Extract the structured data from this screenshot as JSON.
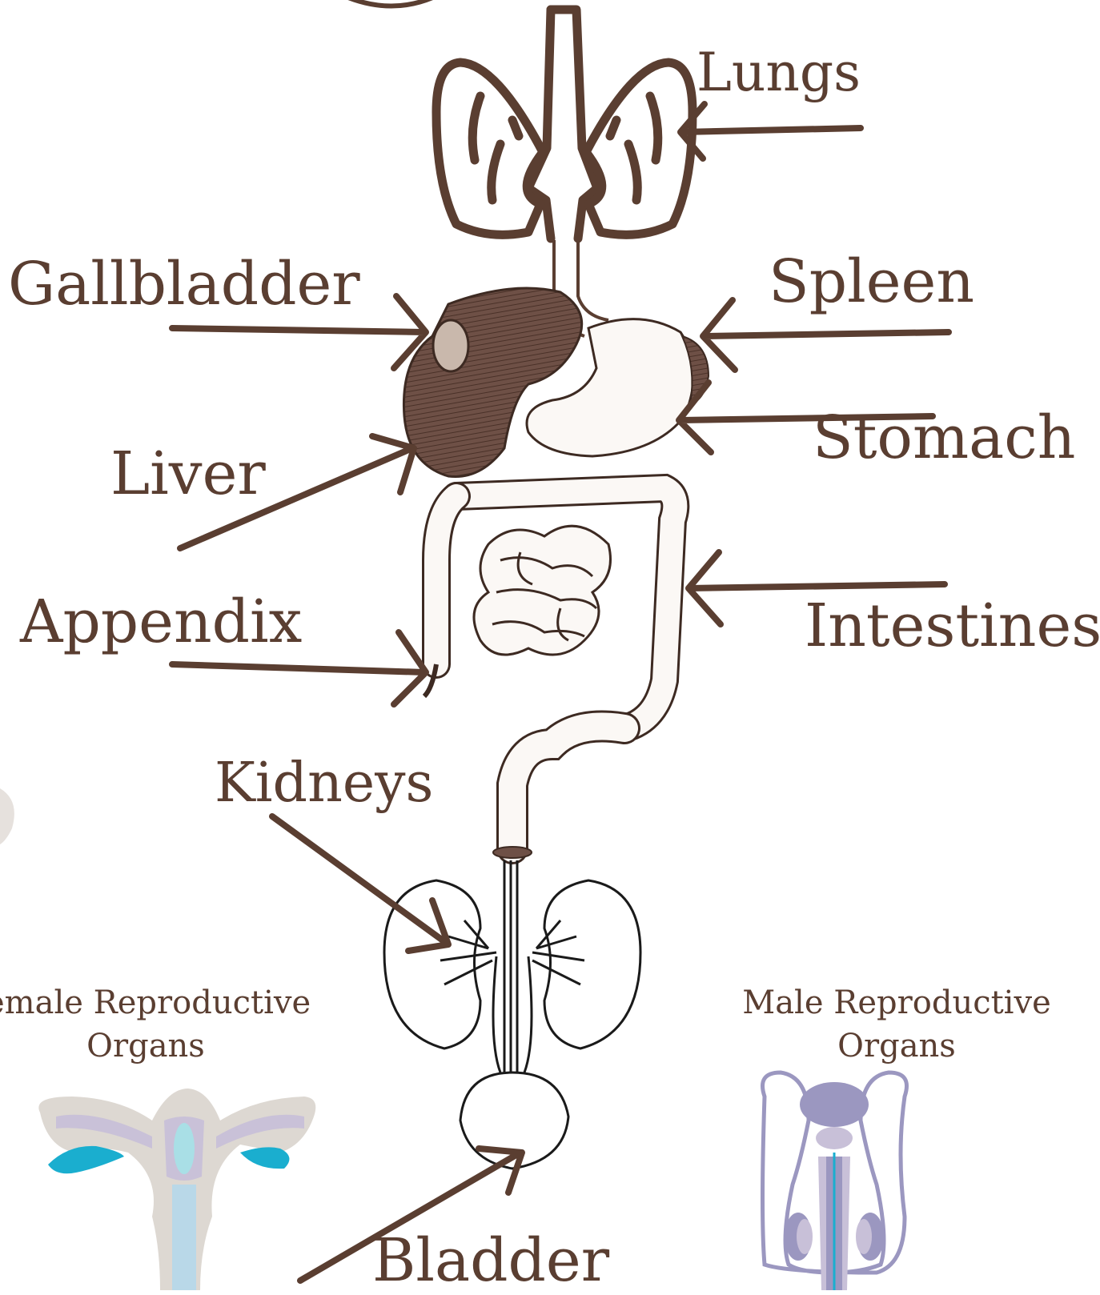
{
  "labels": {
    "lungs": "Lungs",
    "gallbladder": "Gallbladder",
    "spleen": "Spleen",
    "stomach": "Stomach",
    "liver": "Liver",
    "appendix": "Appendix",
    "intestines": "Intestines",
    "kidneys": "Kidneys",
    "bladder": "Bladder",
    "female_line1": "emale Reproductive",
    "female_line2": "Organs",
    "male_line1": "Male Reproductive",
    "male_line2": "Organs"
  },
  "colors": {
    "ink": "#5a3e31",
    "organ_fill": "#6e5046",
    "kidney_line": "#1a1a1a",
    "uterus_gray": "#ddd8d2",
    "uterus_lilac": "#c9c1d8",
    "accent_cyan": "#1aaecf",
    "male_lilac": "#9b97c0",
    "male_light": "#c8c0d8"
  }
}
